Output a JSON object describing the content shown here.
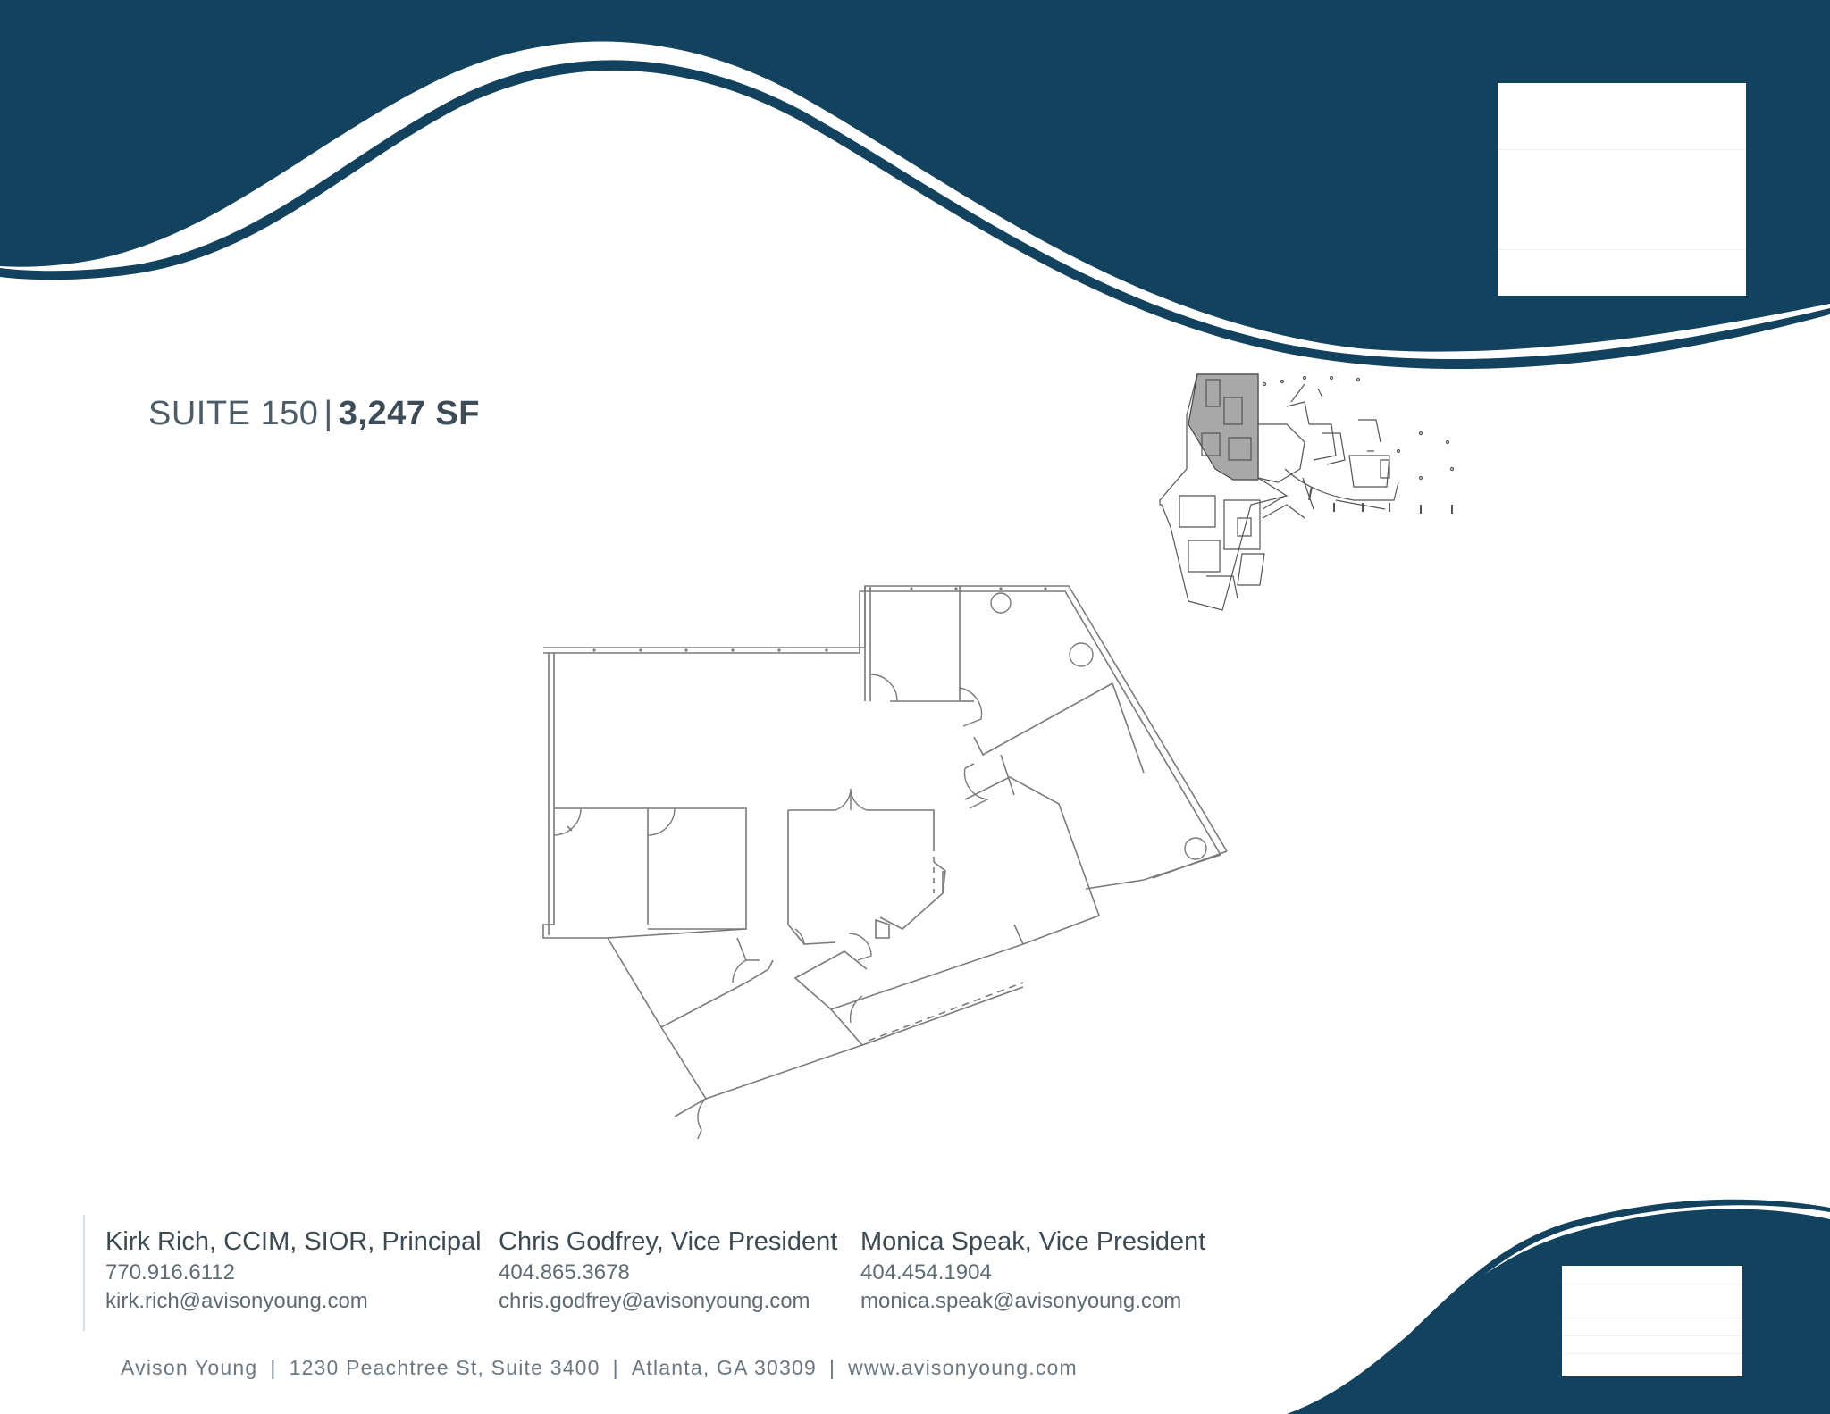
{
  "colors": {
    "navy": "#12425e",
    "text": "#4d5c66",
    "plan_line": "#7a7a7a",
    "plan_shade": "#a8a8a8"
  },
  "suite": {
    "name": "SUITE 150",
    "separator": "|",
    "size": "3,247 SF"
  },
  "contacts": [
    {
      "name": "Kirk Rich, CCIM, SIOR, Principal",
      "phone": "770.916.6112",
      "email": "kirk.rich@avisonyoung.com"
    },
    {
      "name": "Chris Godfrey, Vice President",
      "phone": "404.865.3678",
      "email": "chris.godfrey@avisonyoung.com"
    },
    {
      "name": "Monica Speak, Vice President",
      "phone": "404.454.1904",
      "email": "monica.speak@avisonyoung.com"
    }
  ],
  "footer": {
    "company": "Avison Young",
    "address": "1230 Peachtree St, Suite 3400",
    "city": "Atlanta, GA  30309",
    "website": "www.avisonyoung.com",
    "separator": "|"
  },
  "icons": [
    "floor-plan-drawing",
    "key-plan-drawing",
    "wave-graphic"
  ]
}
